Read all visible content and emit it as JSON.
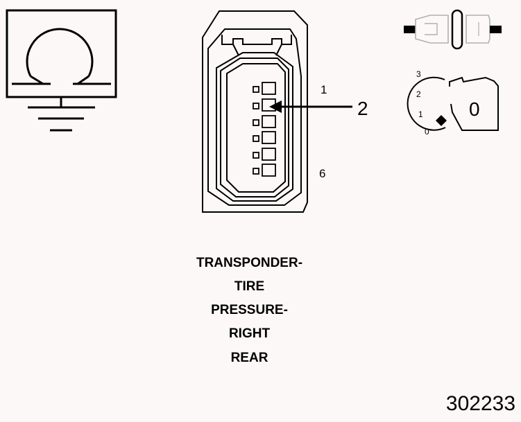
{
  "callouts": {
    "pin_first": "1",
    "pin_last": "6",
    "arrow_label": "2"
  },
  "ignition": {
    "positions": [
      "3",
      "2",
      "1",
      "0"
    ],
    "key_label": "0"
  },
  "caption_lines": [
    "TRANSPONDER-",
    "TIRE",
    "PRESSURE-",
    "RIGHT",
    "REAR"
  ],
  "figure_number": "302233",
  "icons": {
    "ohmmeter": "ohm-symbol-icon",
    "ground": "ground-icon",
    "connector": "connector-disconnected-icon",
    "ignition": "ignition-key-icon"
  }
}
